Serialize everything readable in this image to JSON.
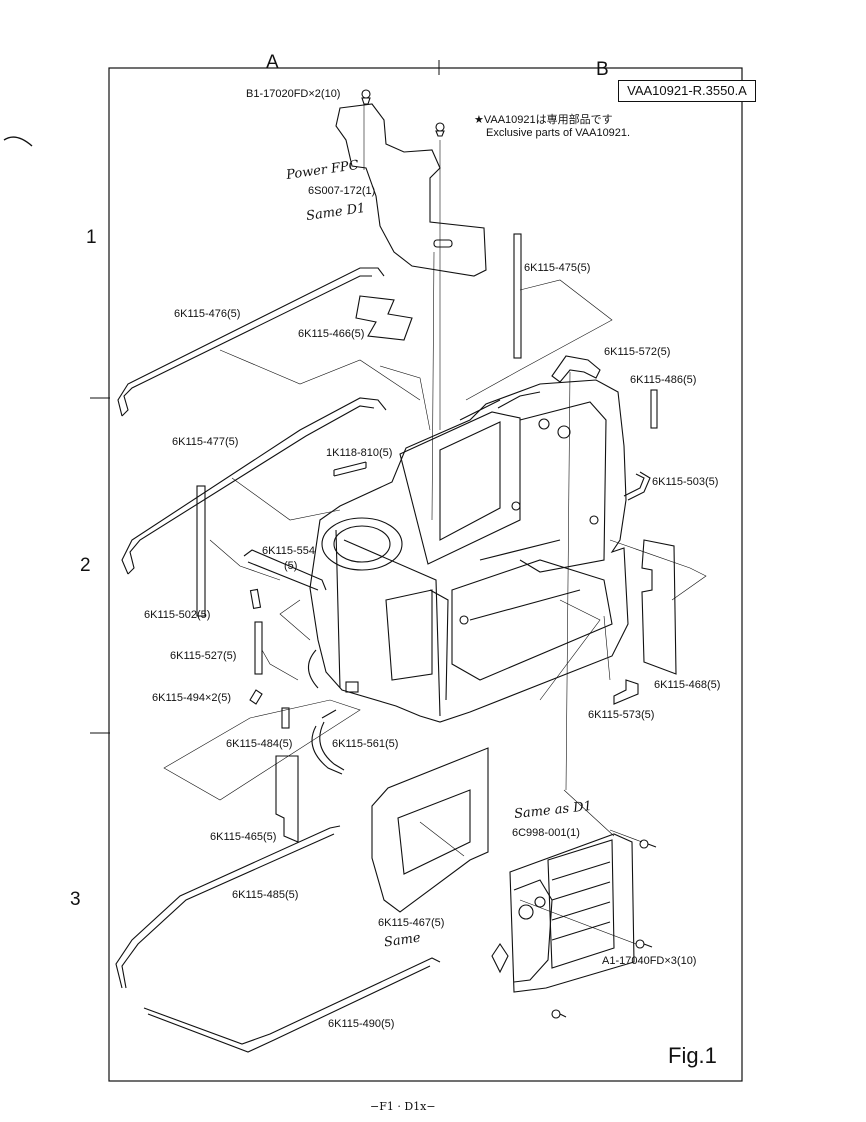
{
  "reference_code": "VAA10921-R.3550.A",
  "exclusive_note": {
    "japanese": "★VAA10921は専用部品です",
    "english": "Exclusive parts of VAA10921."
  },
  "column_labels": [
    "A",
    "B"
  ],
  "row_labels": [
    "1",
    "2",
    "3"
  ],
  "figure_label": "Fig.1",
  "footer": "−F1 · D1x−",
  "handwritten": {
    "power_fpc": "Power FPC",
    "same_d1": "Same D1",
    "same_as_d1": "Same as D1",
    "same": "Same"
  },
  "parts": {
    "b1_screw": "B1-17020FD×2(10)",
    "p6s007": "6S007-172(1)",
    "p475": "6K115-475(5)",
    "p476": "6K115-476(5)",
    "p466": "6K115-466(5)",
    "p572": "6K115-572(5)",
    "p486": "6K115-486(5)",
    "p477": "6K115-477(5)",
    "p1k118": "1K118-810(5)",
    "p503": "6K115-503(5)",
    "p554a": "6K115-554",
    "p554b": "(5)",
    "p502": "6K115-502(5)",
    "p527": "6K115-527(5)",
    "p494": "6K115-494×2(5)",
    "p468": "6K115-468(5)",
    "p573": "6K115-573(5)",
    "p484": "6K115-484(5)",
    "p561": "6K115-561(5)",
    "p465": "6K115-465(5)",
    "p6c998": "6C998-001(1)",
    "p485": "6K115-485(5)",
    "p467": "6K115-467(5)",
    "a1_screw": "A1-17040FD×3(10)",
    "p490": "6K115-490(5)"
  }
}
